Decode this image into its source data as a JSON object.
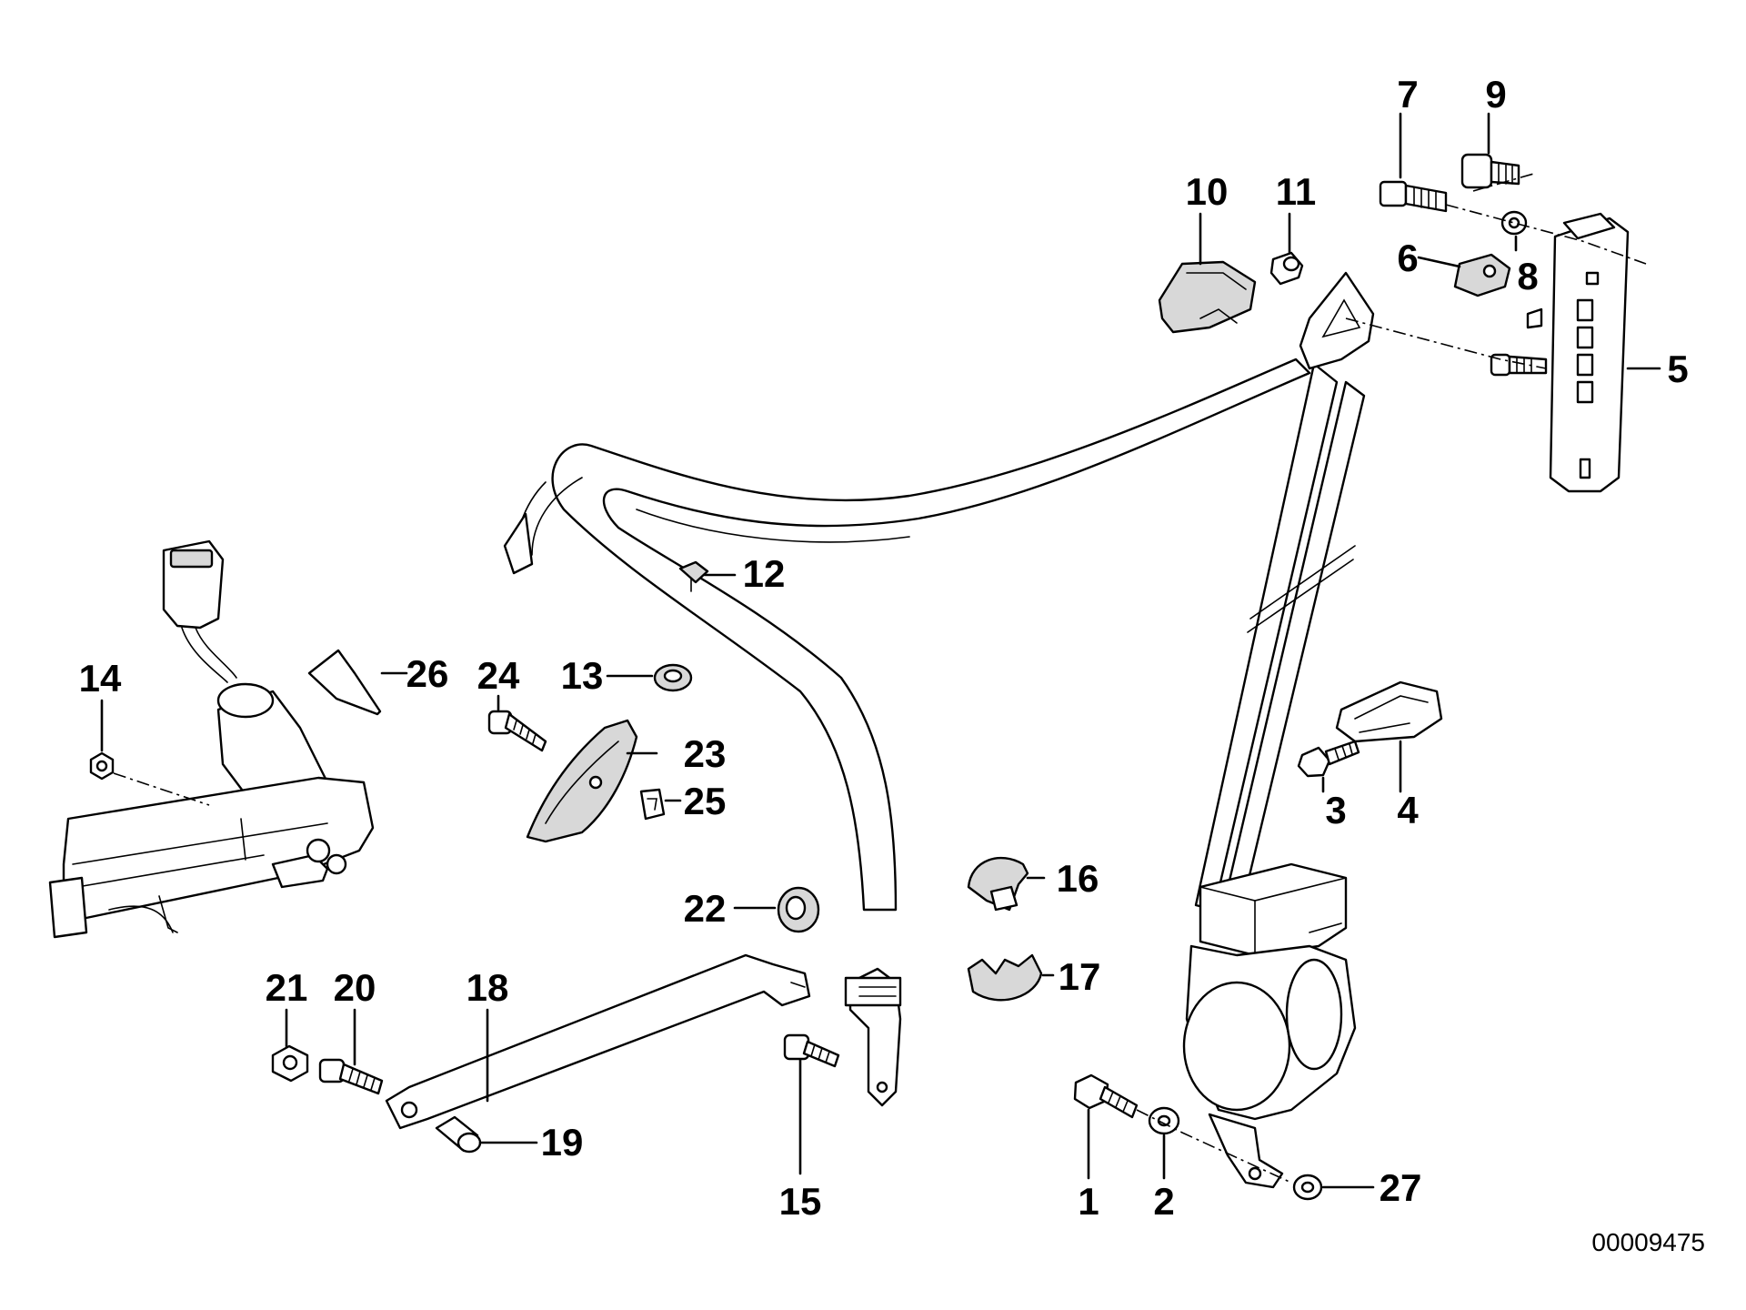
{
  "callouts": [
    {
      "id": "1",
      "label": "1"
    },
    {
      "id": "2",
      "label": "2"
    },
    {
      "id": "3",
      "label": "3"
    },
    {
      "id": "4",
      "label": "4"
    },
    {
      "id": "5",
      "label": "5"
    },
    {
      "id": "6",
      "label": "6"
    },
    {
      "id": "7",
      "label": "7"
    },
    {
      "id": "8",
      "label": "8"
    },
    {
      "id": "9",
      "label": "9"
    },
    {
      "id": "10",
      "label": "10"
    },
    {
      "id": "11",
      "label": "11"
    },
    {
      "id": "12",
      "label": "12"
    },
    {
      "id": "13",
      "label": "13"
    },
    {
      "id": "14",
      "label": "14"
    },
    {
      "id": "15",
      "label": "15"
    },
    {
      "id": "16",
      "label": "16"
    },
    {
      "id": "17",
      "label": "17"
    },
    {
      "id": "18",
      "label": "18"
    },
    {
      "id": "19",
      "label": "19"
    },
    {
      "id": "20",
      "label": "20"
    },
    {
      "id": "21",
      "label": "21"
    },
    {
      "id": "22",
      "label": "22"
    },
    {
      "id": "23",
      "label": "23"
    },
    {
      "id": "24",
      "label": "24"
    },
    {
      "id": "25",
      "label": "25"
    },
    {
      "id": "26",
      "label": "26"
    },
    {
      "id": "27",
      "label": "27"
    }
  ],
  "diagram_number": "00009475"
}
